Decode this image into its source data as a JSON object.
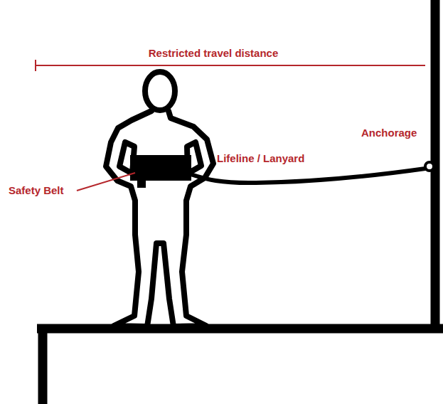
{
  "diagram": {
    "labels": [
      "Restricted travel distance",
      "Safety Belt",
      "Lifeline / Lanyard",
      "Anchorage"
    ]
  }
}
